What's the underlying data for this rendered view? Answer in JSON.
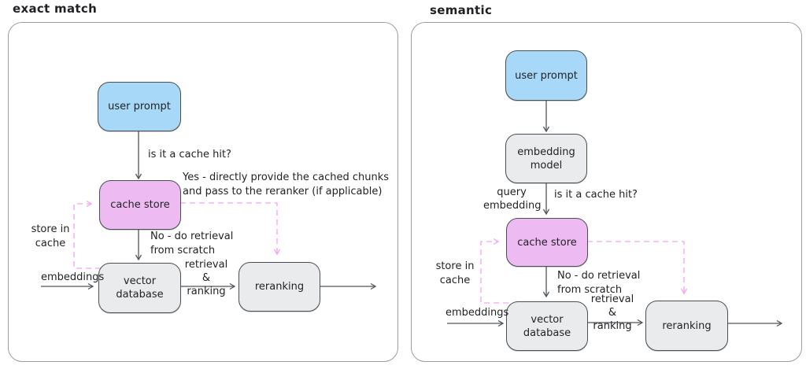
{
  "colors": {
    "blue_fill": "#a7d8f7",
    "pink_fill": "#eebaf2",
    "gray_fill": "#e9ebed",
    "node_border": "#494f54",
    "arrow": "#50565b",
    "dashed_pink": "#f0a5ee",
    "panel_border": "#9a9ea3",
    "text": "#1f2124"
  },
  "panels": [
    {
      "title": "exact match",
      "nodes": {
        "user_prompt": "user prompt",
        "cache_store": "cache store",
        "vector_database": "vector\ndatabase",
        "reranking": "reranking"
      },
      "labels": {
        "cache_hit": "is it a cache hit?",
        "yes": "Yes - directly provide the cached chunks\nand pass to the reranker (if applicable)",
        "no": "No - do retrieval\nfrom scratch",
        "store_in_cache": "store in\ncache",
        "embeddings": "embeddings",
        "retrieval_ranking": "retrieval &\nranking"
      }
    },
    {
      "title": "semantic",
      "nodes": {
        "user_prompt": "user prompt",
        "embedding_model": "embedding\nmodel",
        "cache_store": "cache store",
        "vector_database": "vector\ndatabase",
        "reranking": "reranking"
      },
      "labels": {
        "query_embedding": "query\nembedding",
        "cache_hit": "is it a cache hit?",
        "no": "No - do retrieval\nfrom scratch",
        "store_in_cache": "store in\ncache",
        "embeddings": "embeddings",
        "retrieval_ranking": "retrieval &\nranking"
      }
    }
  ]
}
